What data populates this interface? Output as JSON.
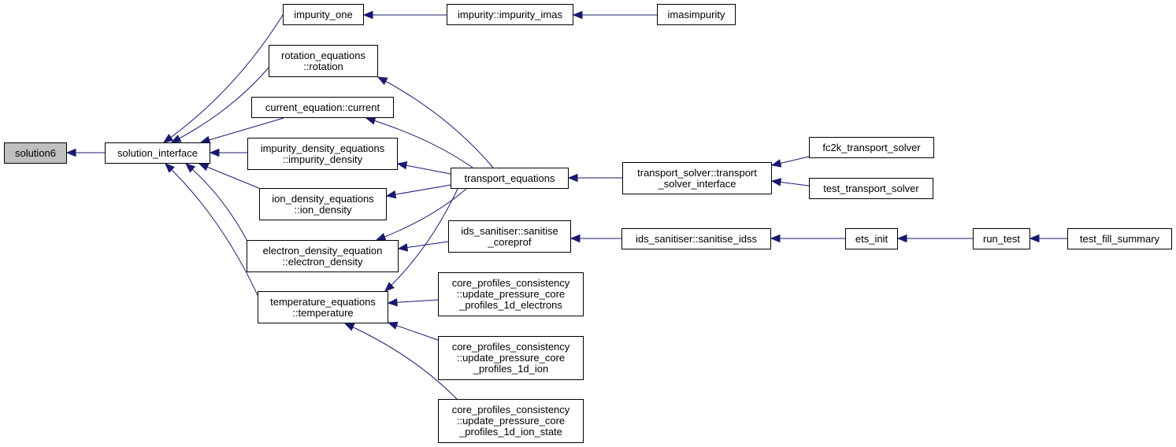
{
  "colors": {
    "edge": "#191970",
    "root_fill": "#bfbfbf",
    "node_border": "#000000"
  },
  "nodes": [
    {
      "id": "solution6",
      "lines": [
        "solution6"
      ],
      "root": true
    },
    {
      "id": "solution_interface",
      "lines": [
        "solution_interface"
      ]
    },
    {
      "id": "impurity_one",
      "lines": [
        "impurity_one"
      ]
    },
    {
      "id": "impurity_imas",
      "lines": [
        "impurity::impurity_imas"
      ]
    },
    {
      "id": "imasimpurity",
      "lines": [
        "imasimpurity"
      ]
    },
    {
      "id": "rotation",
      "lines": [
        "rotation_equations",
        "::rotation"
      ]
    },
    {
      "id": "current",
      "lines": [
        "current_equation::current"
      ]
    },
    {
      "id": "impurity_density",
      "lines": [
        "impurity_density_equations",
        "::impurity_density"
      ]
    },
    {
      "id": "ion_density",
      "lines": [
        "ion_density_equations",
        "::ion_density"
      ]
    },
    {
      "id": "electron_density",
      "lines": [
        "electron_density_equation",
        "::electron_density"
      ]
    },
    {
      "id": "temperature",
      "lines": [
        "temperature_equations",
        "::temperature"
      ]
    },
    {
      "id": "transport_equations",
      "lines": [
        "transport_equations"
      ]
    },
    {
      "id": "transport_solver_interface",
      "lines": [
        "transport_solver::transport",
        "_solver_interface"
      ]
    },
    {
      "id": "fc2k_transport_solver",
      "lines": [
        "fc2k_transport_solver"
      ]
    },
    {
      "id": "test_transport_solver",
      "lines": [
        "test_transport_solver"
      ]
    },
    {
      "id": "sanitise_coreprof",
      "lines": [
        "ids_sanitiser::sanitise",
        "_coreprof"
      ]
    },
    {
      "id": "sanitise_idss",
      "lines": [
        "ids_sanitiser::sanitise_idss"
      ]
    },
    {
      "id": "ets_init",
      "lines": [
        "ets_init"
      ]
    },
    {
      "id": "run_test",
      "lines": [
        "run_test"
      ]
    },
    {
      "id": "test_fill_summary",
      "lines": [
        "test_fill_summary"
      ]
    },
    {
      "id": "update_electrons",
      "lines": [
        "core_profiles_consistency",
        "::update_pressure_core",
        "_profiles_1d_electrons"
      ]
    },
    {
      "id": "update_ion",
      "lines": [
        "core_profiles_consistency",
        "::update_pressure_core",
        "_profiles_1d_ion"
      ]
    },
    {
      "id": "update_ion_state",
      "lines": [
        "core_profiles_consistency",
        "::update_pressure_core",
        "_profiles_1d_ion_state"
      ]
    }
  ],
  "edges": [
    {
      "from": "solution_interface",
      "to": "solution6"
    },
    {
      "from": "impurity_one",
      "to": "solution_interface"
    },
    {
      "from": "rotation",
      "to": "solution_interface"
    },
    {
      "from": "current",
      "to": "solution_interface"
    },
    {
      "from": "impurity_density",
      "to": "solution_interface"
    },
    {
      "from": "ion_density",
      "to": "solution_interface"
    },
    {
      "from": "electron_density",
      "to": "solution_interface"
    },
    {
      "from": "temperature",
      "to": "solution_interface"
    },
    {
      "from": "impurity_imas",
      "to": "impurity_one"
    },
    {
      "from": "imasimpurity",
      "to": "impurity_imas"
    },
    {
      "from": "transport_equations",
      "to": "rotation"
    },
    {
      "from": "transport_equations",
      "to": "current"
    },
    {
      "from": "transport_equations",
      "to": "impurity_density"
    },
    {
      "from": "transport_equations",
      "to": "ion_density"
    },
    {
      "from": "transport_equations",
      "to": "electron_density"
    },
    {
      "from": "transport_equations",
      "to": "temperature"
    },
    {
      "from": "transport_solver_interface",
      "to": "transport_equations"
    },
    {
      "from": "fc2k_transport_solver",
      "to": "transport_solver_interface"
    },
    {
      "from": "test_transport_solver",
      "to": "transport_solver_interface"
    },
    {
      "from": "sanitise_coreprof",
      "to": "electron_density"
    },
    {
      "from": "sanitise_idss",
      "to": "sanitise_coreprof"
    },
    {
      "from": "ets_init",
      "to": "sanitise_idss"
    },
    {
      "from": "run_test",
      "to": "ets_init"
    },
    {
      "from": "test_fill_summary",
      "to": "run_test"
    },
    {
      "from": "update_electrons",
      "to": "temperature"
    },
    {
      "from": "update_ion",
      "to": "temperature"
    },
    {
      "from": "update_ion_state",
      "to": "temperature"
    }
  ]
}
